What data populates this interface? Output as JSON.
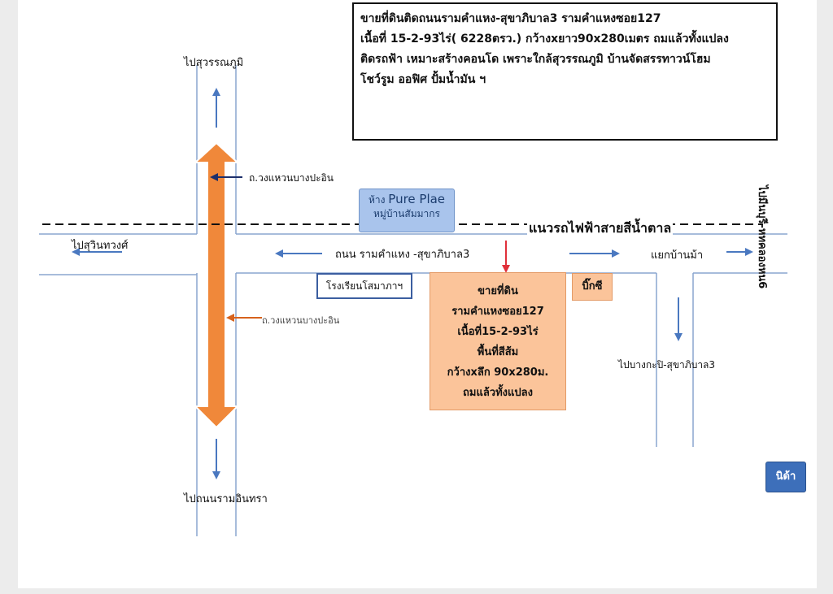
{
  "info": {
    "line1": "ขายที่ดินติดถนนรามคำแหง-สุขาภิบาล3 รามคำแหงซอย127",
    "line2": "เนื้อที่ 15-2-93ไร่( 6228ตรว.) กว้างxยาว90x280เมตร ถมแล้วทั้งแปลง",
    "line3": "ติดรถฟ้า เหมาะสร้างคอนโด เพราะใกล้สุวรรณภูมิ บ้านจัดสรรทาวน์โฮม",
    "line4": "โชว์รูม ออฟิศ ปั้มน้ำมัน ฯ"
  },
  "labels": {
    "to_suvarnabhumi": "ไปสุวรรณภูมิ",
    "to_sukhumvit": "ไปสุวินทวงศ์",
    "ring_road_top": "ถ.วงแหวนบางปะอิน",
    "ring_road_mid": "ถ.วงแหวนบางปะอิน",
    "to_ramintra": "ไปถนนรามอินทรา",
    "main_road": "ถนน รามคำแหง -สุขาภิบาล3",
    "intersection": "แยกบ้านม้า",
    "to_bangkapi": "ไปบางกะปิ-สุขาภิบาล3",
    "rail_line": "แนวรถไฟฟ้าสายสีน้ำตาล",
    "to_min_buri": "ไปมีนบุรี-หทคลองหน6"
  },
  "mall": {
    "prefix": "ห้าง",
    "name": "Pure Plae",
    "sub": "หมู่บ้านสัมมากร"
  },
  "school": "โรงเรียนโสมาภาฯ",
  "land": {
    "l1": "ขายที่ดิน",
    "l2": "รามคำแหงซอย127",
    "l3": "เนื้อที่15-2-93ไร่",
    "l4": "พื้นที่สีส้ม",
    "l5": "กว้างxลึก 90x280ม.",
    "l6": "ถมแล้วทั้งแปลง"
  },
  "bigc": "บิ๊กซี",
  "nida": "นิด้า",
  "colors": {
    "road_line": "#8aa5cf",
    "arrow_blue": "#4a78c0",
    "ring_orange": "#f0883a",
    "land_fill": "#fbc49a",
    "rail_dash": "#111111",
    "pin_red": "#e0303a"
  }
}
